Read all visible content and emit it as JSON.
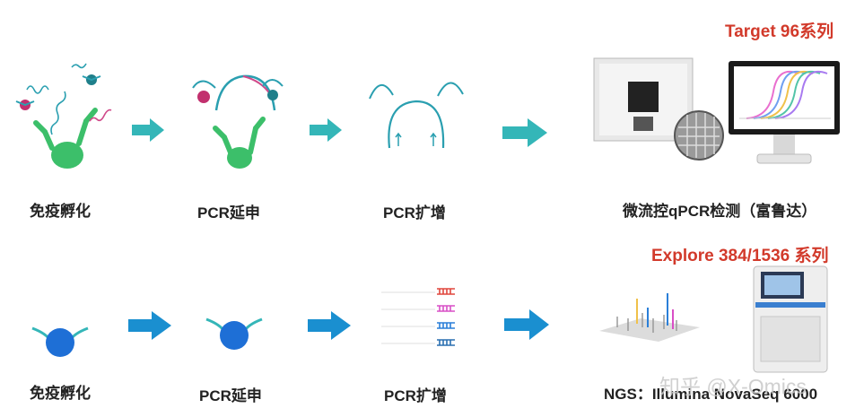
{
  "row1": {
    "header": "Target 96系列",
    "steps": [
      "免疫孵化",
      "PCR延申",
      "PCR扩增",
      "微流控qPCR检测（富鲁达）"
    ]
  },
  "row2": {
    "header": "Explore 384/1536 系列",
    "steps": [
      "免疫孵化",
      "PCR延申",
      "PCR扩增",
      "NGS：Illumina NovaSeq 6000"
    ]
  },
  "watermark": "知乎 @X-Omics",
  "colors": {
    "header": "#d23a2b",
    "arrow_row1": "#34b6b8",
    "arrow_row2": "#1a8fd0",
    "antibody": "#3cbf6a",
    "antigen_row2": "#1e6fd6"
  },
  "icons": {
    "arrow": "right-arrow-icon",
    "antibody": "antibody-icon",
    "device": "microfluidic-chip-icon",
    "monitor": "qpcr-monitor-icon",
    "sequencer": "sequencer-icon"
  }
}
